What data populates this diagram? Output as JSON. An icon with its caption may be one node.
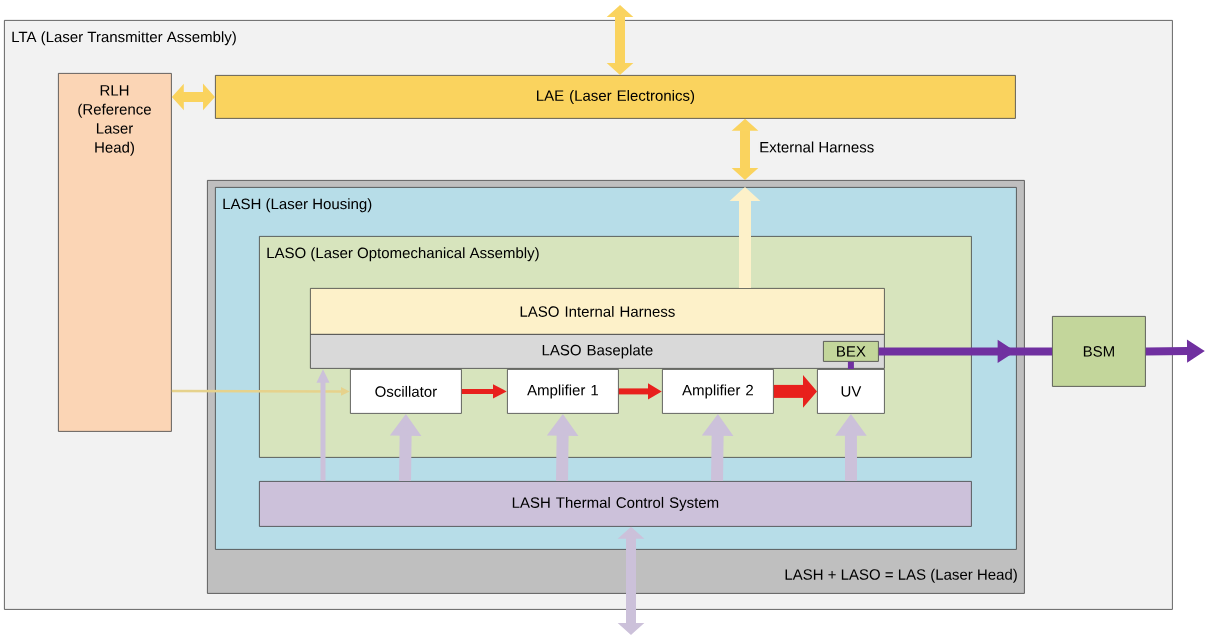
{
  "diagram": {
    "nodes": [
      {
        "text": [
          "LTA (Laser Transmitter Assembly)"
        ]
      },
      {
        "text": [
          "RLH (Reference Laser Head)"
        ],
        "in": 0
      },
      {
        "text": [
          "LAE (Laser Electronics)"
        ],
        "in": 0
      },
      {
        "text": [
          "LASH + LASO = LAS (Laser Head)"
        ],
        "in": 0
      },
      {
        "text": [
          "LASH (Laser Housing)"
        ],
        "in": 3
      },
      {
        "text": [
          "LASO (Laser Optomechanical Assembly)"
        ],
        "in": 4
      },
      {
        "text": [
          "LASO Internal Harness"
        ],
        "in": 5
      },
      {
        "text": [
          "LASO Baseplate"
        ],
        "in": 5
      },
      {
        "text": [
          "BEX"
        ],
        "in": 7
      },
      {
        "text": [
          "Oscillator"
        ],
        "in": 5
      },
      {
        "text": [
          "Amplifier 1"
        ],
        "in": 5
      },
      {
        "text": [
          "Amplifier 2"
        ],
        "in": 5
      },
      {
        "text": [
          "UV"
        ],
        "in": 5
      },
      {
        "text": [
          "LASH Thermal Control System"
        ],
        "in": 4
      },
      {
        "text": [
          "BSM"
        ],
        "in": 0
      }
    ],
    "edges": [
      {
        "from": null,
        "to": 2,
        "arrow": "both",
        "color": "#fad35e"
      },
      {
        "from": 1,
        "to": 2,
        "arrow": "both",
        "color": "#fad35e"
      },
      {
        "from": 2,
        "to": 3,
        "arrow": "both",
        "color": "#fad35e",
        "label": "External Harness"
      },
      {
        "from": 6,
        "to": 4,
        "arrow": "to",
        "color": "#fdf1c9"
      },
      {
        "from": 1,
        "to": 9,
        "arrow": "to",
        "color": "#e6d28c"
      },
      {
        "from": 13,
        "to": 7,
        "arrow": "to",
        "color": "#ccc1da"
      },
      {
        "from": 13,
        "to": 9,
        "arrow": "to",
        "color": "#ccc1da"
      },
      {
        "from": 13,
        "to": 10,
        "arrow": "to",
        "color": "#ccc1da"
      },
      {
        "from": 13,
        "to": 11,
        "arrow": "to",
        "color": "#ccc1da"
      },
      {
        "from": 13,
        "to": 12,
        "arrow": "to",
        "color": "#ccc1da"
      },
      {
        "from": 9,
        "to": 10,
        "arrow": "to",
        "color": "#e8201c"
      },
      {
        "from": 10,
        "to": 11,
        "arrow": "to",
        "color": "#e8201c"
      },
      {
        "from": 11,
        "to": 12,
        "arrow": "to",
        "color": "#e8201c"
      },
      {
        "from": 12,
        "to": 8,
        "arrow": "none",
        "color": "#7030a0"
      },
      {
        "from": 8,
        "to": 14,
        "arrow": "to",
        "color": "#7030a0"
      },
      {
        "from": 14,
        "to": null,
        "arrow": "to",
        "color": "#7030a0"
      },
      {
        "from": 13,
        "to": null,
        "arrow": "both",
        "color": "#ccc1da"
      }
    ]
  }
}
